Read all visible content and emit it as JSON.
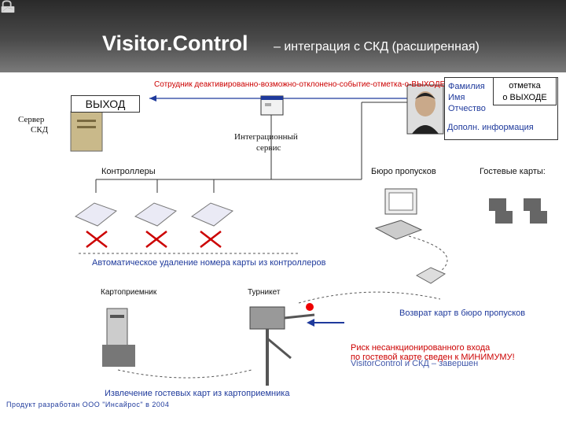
{
  "header": {
    "title": "Visitor.Control",
    "subtitle": "– интеграция с СКД (расширенная)"
  },
  "labels": {
    "event_overlay": "Сотрудник деактивированно-возможно-отклонено-событие-отметка-о-ВЫХОДЕ",
    "exit": "ВЫХОД",
    "server_line1": "Сервер",
    "server_line2": "СКД",
    "integration_line1": "Интеграционный",
    "integration_line2": "сервис",
    "controllers": "Контроллеры",
    "bureau": "Бюро пропусков",
    "guest_cards": "Гостевые карты:",
    "surname": "Фамилия",
    "name": "Имя",
    "patronymic": "Отчество",
    "mark_line1": "отметка",
    "mark_line2": "о ВЫХОДЕ",
    "extra_info": "Дополн. информация",
    "auto_delete": "Автоматическое удаление номера карты из контроллеров",
    "card_reader": "Картоприемник",
    "turnstile": "Турникет",
    "return_cards": "Возврат карт в бюро пропусков",
    "risk_line1": "Риск несанкционированного входа",
    "risk_line2": "по гостевой карте сведен к МИНИМУМУ!",
    "risk_line3": "VisitorControl и СКД – завершен",
    "extract": "Извлечение гостевых карт из картоприемника",
    "footer": "Продукт разработан ООО \"Инсайрос\" в 2004"
  },
  "colors": {
    "accent_blue": "#1f3a9c",
    "alert_red": "#cc0000"
  }
}
